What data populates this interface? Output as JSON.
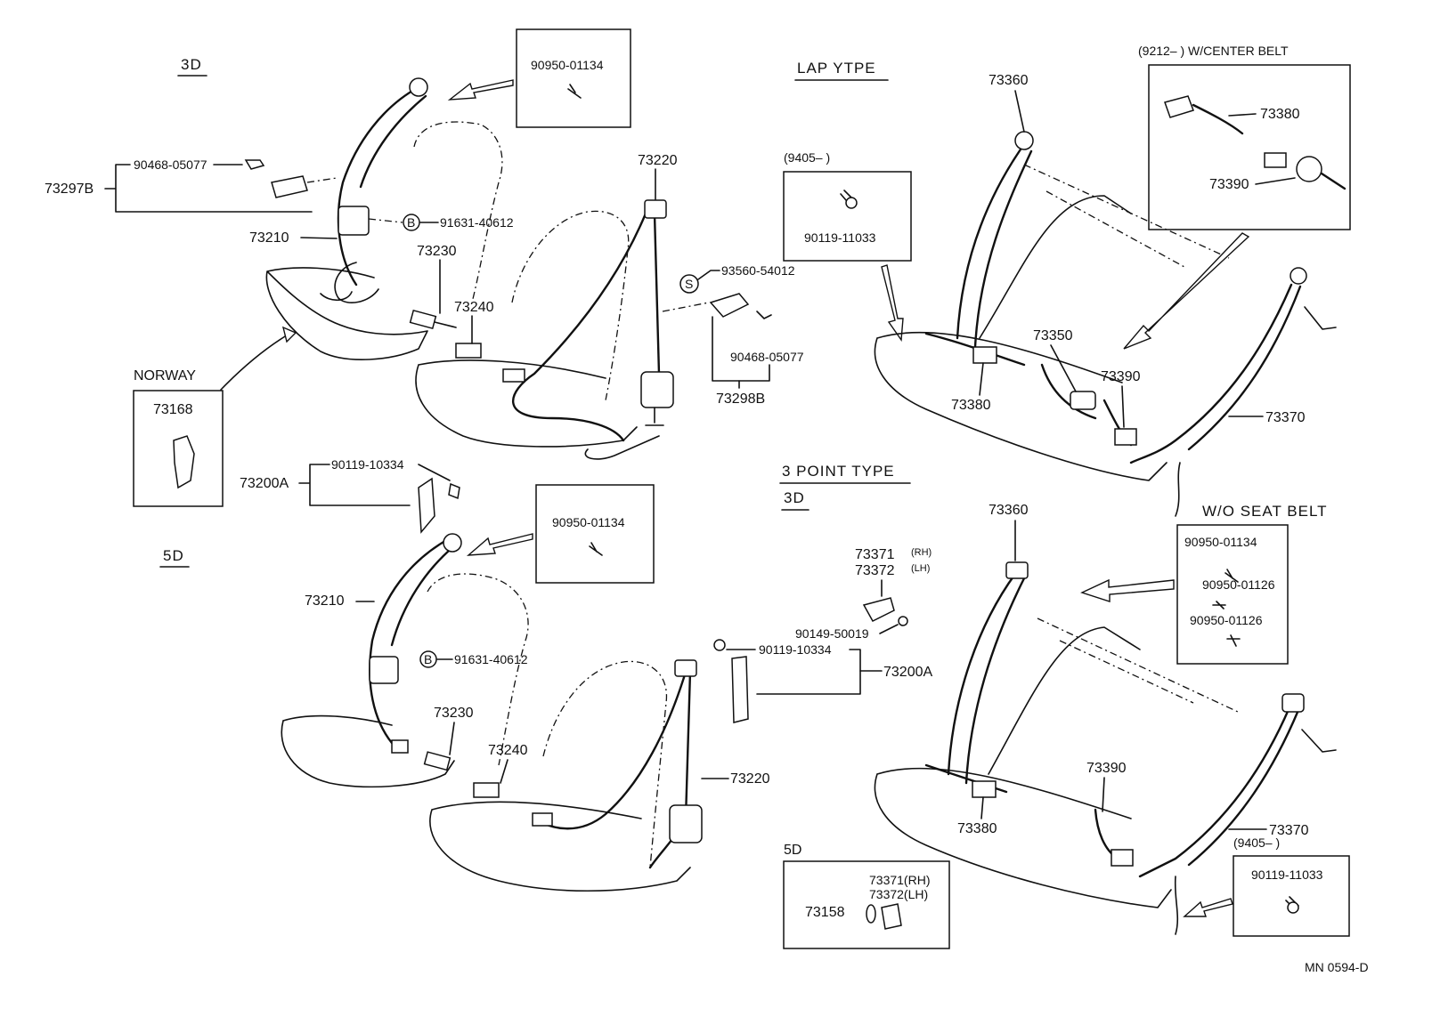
{
  "diagram_code": "MN 0594-D",
  "sections": {
    "lap_type": "LAP  YTPE",
    "three_point_type": "3  POINT  TYPE",
    "three_d_top": "3D",
    "five_d_left": "5D",
    "three_d_mid": "3D",
    "five_d_box": "5D",
    "w_center_belt": "(9212–          ) W/CENTER BELT",
    "wo_seat_belt": "W/O SEAT  BELT",
    "norway": "NORWAY",
    "date_9405_a": "(9405–          )",
    "date_9405_b": "(9405–          )"
  },
  "parts": {
    "p90950_01134_a": "90950-01134",
    "p90950_01134_b": "90950-01134",
    "p90950_01134_c": "90950-01134",
    "p90950_01126_a": "90950-01126",
    "p90950_01126_b": "90950-01126",
    "p90468_05077_a": "90468-05077",
    "p90468_05077_b": "90468-05077",
    "p73297B": "73297B",
    "p91631_40612_a": "91631-40612",
    "p91631_40612_b": "91631-40612",
    "p73210_a": "73210",
    "p73210_b": "73210",
    "p73230_a": "73230",
    "p73230_b": "73230",
    "p73240_a": "73240",
    "p73240_b": "73240",
    "p73220_a": "73220",
    "p73220_b": "73220",
    "p93560_54012": "93560-54012",
    "p73298B": "73298B",
    "p73168": "73168",
    "p73200A_a": "73200A",
    "p73200A_b": "73200A",
    "p90119_10334_a": "90119-10334",
    "p90119_10334_b": "90119-10334",
    "p90119_11033_a": "90119-11033",
    "p90119_11033_b": "90119-11033",
    "p73360_a": "73360",
    "p73360_b": "73360",
    "p73380_a": "73380",
    "p73380_b": "73380",
    "p73380_c": "73380",
    "p73390_a": "73390",
    "p73390_b": "73390",
    "p73390_c": "73390",
    "p73350": "73350",
    "p73370_a": "73370",
    "p73370_b": "73370",
    "p73371_a": "73371",
    "p73371_a_side": "(RH)",
    "p73372_a": "73372",
    "p73372_a_side": "(LH)",
    "p73371_b": "73371(RH)",
    "p73372_b": "73372(LH)",
    "p90149_50019": "90149-50019",
    "p73158": "73158",
    "marker_b_1": "B",
    "marker_b_2": "B",
    "marker_s": "S"
  }
}
